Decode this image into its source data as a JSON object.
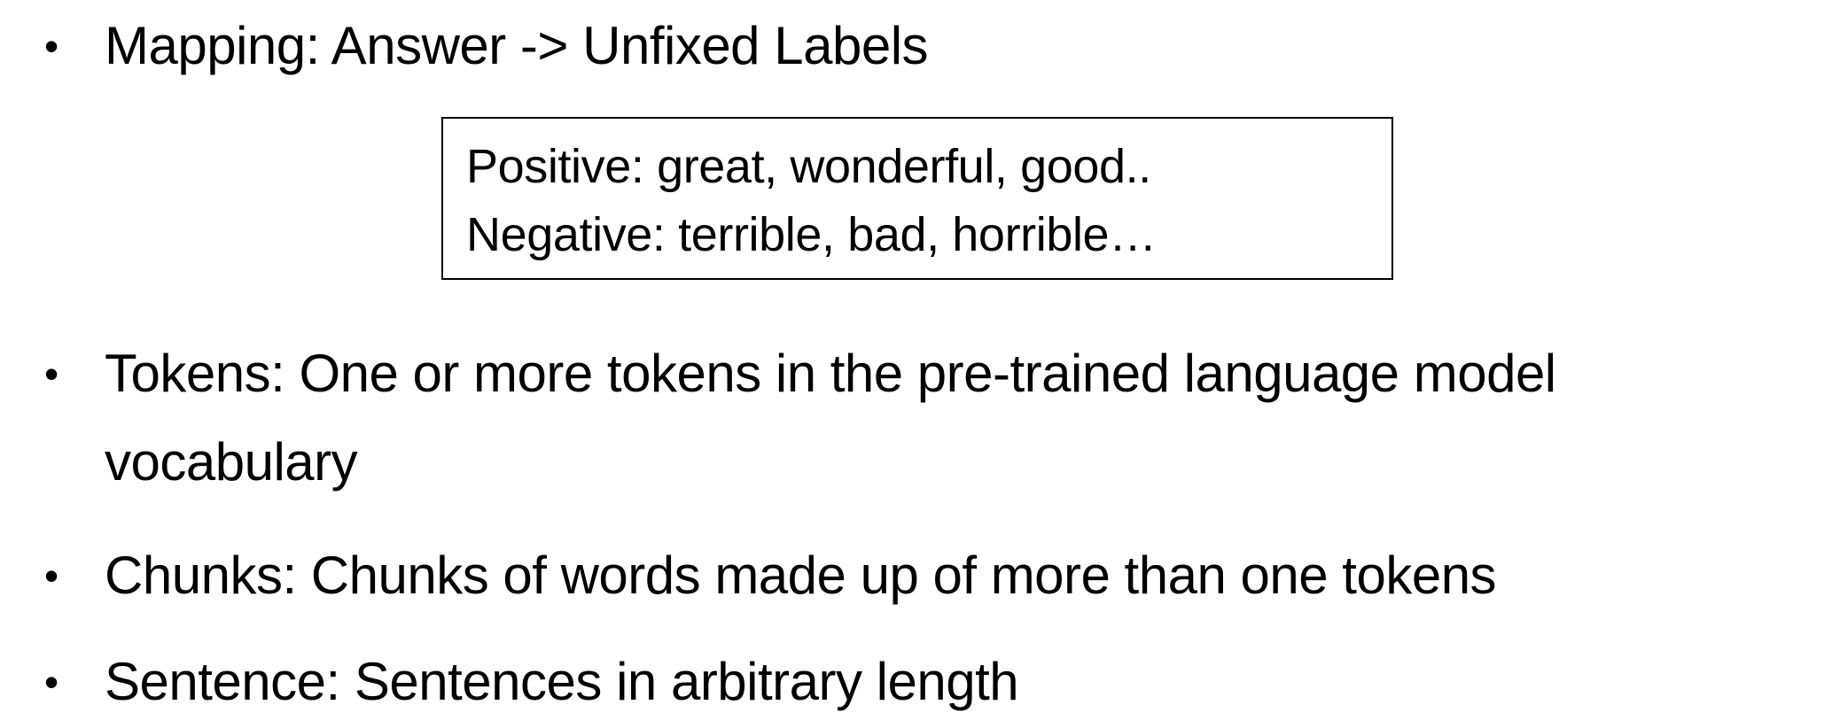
{
  "slide": {
    "bullets": [
      {
        "symbol": "•",
        "text": "Mapping: Answer -> Unfixed Labels"
      },
      {
        "symbol": "•",
        "text": "Tokens: One or more tokens in the pre-trained language model",
        "continuation": "vocabulary"
      },
      {
        "symbol": "•",
        "text": "Chunks: Chunks of words made up of more than one tokens"
      },
      {
        "symbol": "•",
        "text": "Sentence: Sentences in arbitrary length"
      }
    ],
    "mapping_box": {
      "positive": "Positive: great, wonderful, good..",
      "negative": "Negative: terrible, bad, horrible…"
    }
  }
}
